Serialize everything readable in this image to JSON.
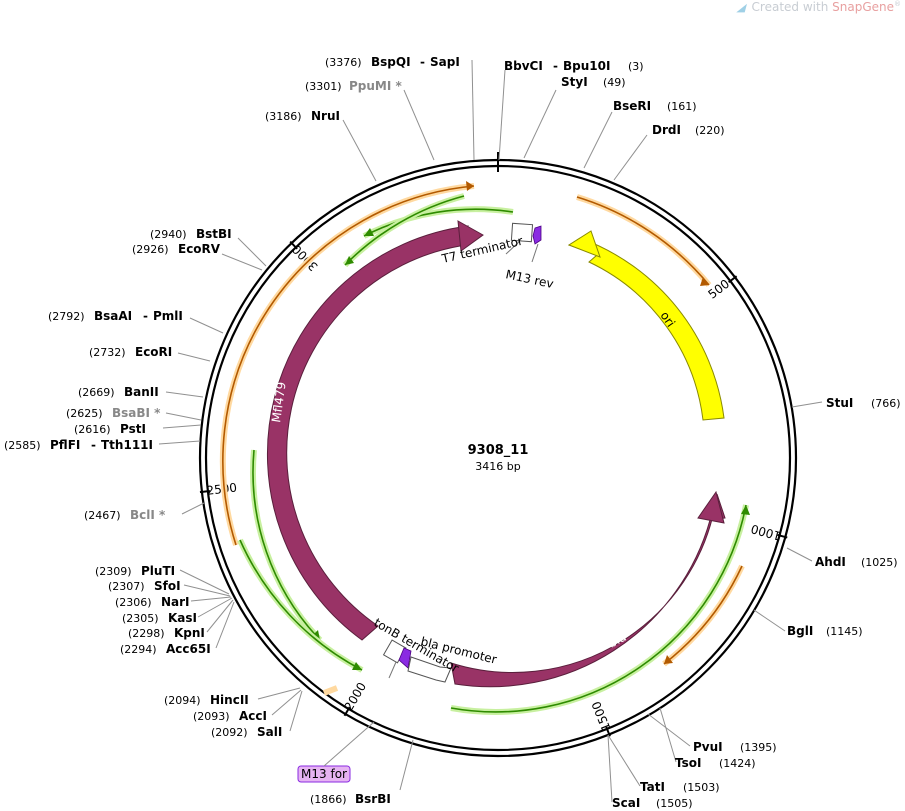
{
  "credit": {
    "prefix": "Created with",
    "brand": "SnapGene",
    "mark": "®"
  },
  "plasmid": {
    "name": "9308_11",
    "size_label": "3416 bp",
    "length": 3416
  },
  "ticks": [
    {
      "bp": 500,
      "label": "500"
    },
    {
      "bp": 1000,
      "label": "1000"
    },
    {
      "bp": 1500,
      "label": "1500"
    },
    {
      "bp": 2000,
      "label": "2000"
    },
    {
      "bp": 2500,
      "label": "2500"
    },
    {
      "bp": 3000,
      "label": "3000"
    }
  ],
  "sites": [
    {
      "name": "BspQI",
      "name2": "SapI",
      "pos": "(3376)",
      "grey": false
    },
    {
      "name": "BbvCI",
      "name2": "Bpu10I",
      "pos": "(3)",
      "grey": false
    },
    {
      "name": "PpuMI *",
      "pos": "(3301)",
      "grey": true
    },
    {
      "name": "StyI",
      "pos": "(49)",
      "grey": false
    },
    {
      "name": "NruI",
      "pos": "(3186)",
      "grey": false
    },
    {
      "name": "BseRI",
      "pos": "(161)",
      "grey": false
    },
    {
      "name": "DrdI",
      "pos": "(220)",
      "grey": false
    },
    {
      "name": "BstBI",
      "pos": "(2940)",
      "grey": false
    },
    {
      "name": "EcoRV",
      "pos": "(2926)",
      "grey": false
    },
    {
      "name": "BsaAI",
      "name2": "PmlI",
      "pos": "(2792)",
      "grey": false
    },
    {
      "name": "EcoRI",
      "pos": "(2732)",
      "grey": false
    },
    {
      "name": "BanII",
      "pos": "(2669)",
      "grey": false
    },
    {
      "name": "BsaBI *",
      "pos": "(2625)",
      "grey": true
    },
    {
      "name": "PstI",
      "pos": "(2616)",
      "grey": false
    },
    {
      "name": "PflFI",
      "name2": "Tth111I",
      "pos": "(2585)",
      "grey": false
    },
    {
      "name": "StuI",
      "pos": "(766)",
      "grey": false
    },
    {
      "name": "BclI *",
      "pos": "(2467)",
      "grey": true
    },
    {
      "name": "AhdI",
      "pos": "(1025)",
      "grey": false
    },
    {
      "name": "PluTI",
      "pos": "(2309)",
      "grey": false
    },
    {
      "name": "SfoI",
      "pos": "(2307)",
      "grey": false
    },
    {
      "name": "NarI",
      "pos": "(2306)",
      "grey": false
    },
    {
      "name": "KasI",
      "pos": "(2305)",
      "grey": false
    },
    {
      "name": "KpnI",
      "pos": "(2298)",
      "grey": false
    },
    {
      "name": "Acc65I",
      "pos": "(2294)",
      "grey": false
    },
    {
      "name": "BglI",
      "pos": "(1145)",
      "grey": false
    },
    {
      "name": "HincII",
      "pos": "(2094)",
      "grey": false
    },
    {
      "name": "AccI",
      "pos": "(2093)",
      "grey": false
    },
    {
      "name": "SalI",
      "pos": "(2092)",
      "grey": false
    },
    {
      "name": "PvuI",
      "pos": "(1395)",
      "grey": false
    },
    {
      "name": "TsoI",
      "pos": "(1424)",
      "grey": false
    },
    {
      "name": "TatI",
      "pos": "(1503)",
      "grey": false
    },
    {
      "name": "ScaI",
      "pos": "(1505)",
      "grey": false
    },
    {
      "name": "BsrBI",
      "pos": "(1866)",
      "grey": false
    }
  ],
  "features": {
    "ori": "ori",
    "bla": "bla",
    "mfl": "Mfl479",
    "t7": "T7 terminator",
    "m13rev": "M13 rev",
    "tonb": "tonB terminator",
    "blaprom": "bla promoter",
    "m13for": "M13 for"
  },
  "colors": {
    "backbone": "#000000",
    "ori": "#ffff00",
    "cds": "#993366",
    "primer_bind": "#8a2be2",
    "orf_line": "#2e8b00",
    "orf_glow": "#c8f0a0",
    "orange_line": "#b35a00",
    "orange_glow": "#ffd9a0",
    "m13for_fill": "#e6b3f2"
  }
}
